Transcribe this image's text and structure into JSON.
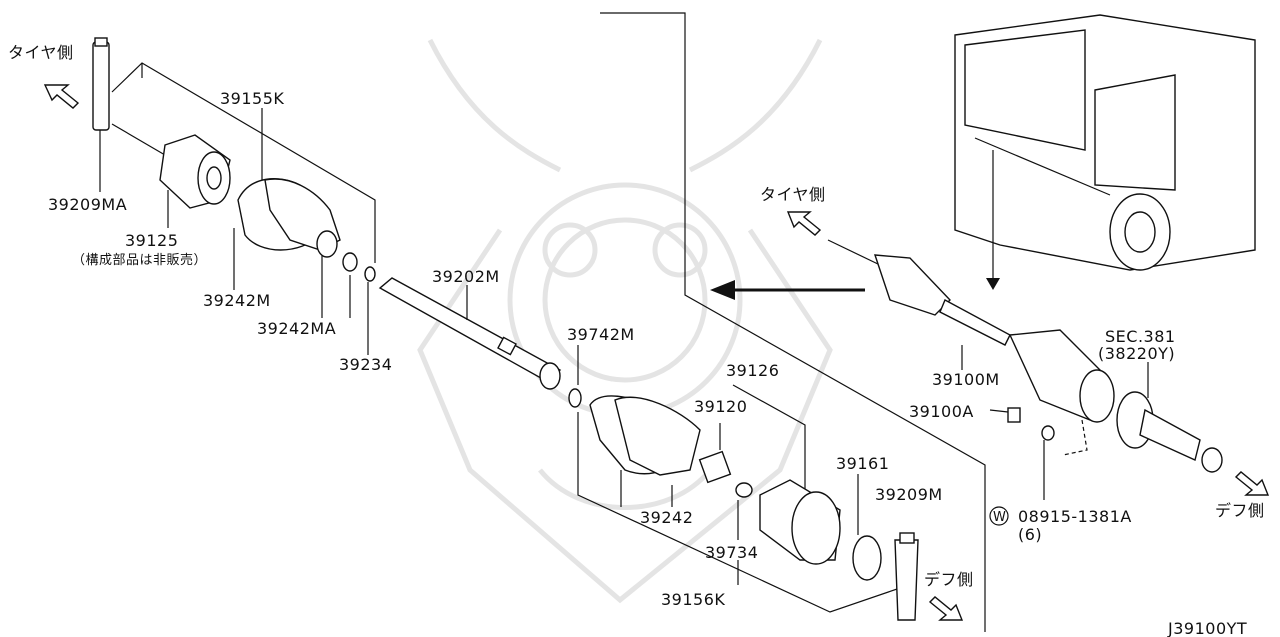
{
  "labels": {
    "tire_side_left": "タイヤ側",
    "tire_side_right": "タイヤ側",
    "diff_side_mid": "デフ側",
    "diff_side_right": "デフ側",
    "p39209MA": "39209MA",
    "p39155K": "39155K",
    "p39125": "39125",
    "p39125_note": "（構成部品は非販売）",
    "p39242M": "39242M",
    "p39242MA": "39242MA",
    "p39234": "39234",
    "p39202M": "39202M",
    "p39742M": "39742M",
    "p39126": "39126",
    "p39120": "39120",
    "p39161": "39161",
    "p39209M": "39209M",
    "p39242": "39242",
    "p39734": "39734",
    "p39156K": "39156K",
    "p39100M": "39100M",
    "p39100A": "39100A",
    "sec381": "SEC.381",
    "sec381_part": "(38220Y)",
    "washer_mark": "W",
    "p08915": "08915-1381A",
    "p08915_qty": "(6)",
    "diagram_id": "J39100YT"
  }
}
